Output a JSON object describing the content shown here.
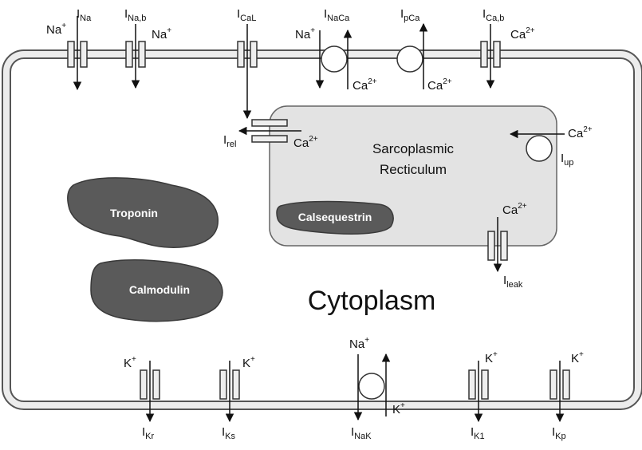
{
  "colors": {
    "membrane_fill": "#e8e8e8",
    "membrane_stroke": "#555555",
    "sr_fill": "#e3e3e3",
    "protein_fill": "#5a5a5a",
    "protein_text": "#ffffff"
  },
  "compartments": {
    "cytoplasm": "Cytoplasm",
    "sr_line1": "Sarcoplasmic",
    "sr_line2": "Recticulum"
  },
  "proteins": {
    "troponin": "Troponin",
    "calmodulin": "Calmodulin",
    "calsequestrin": "Calsequestrin"
  },
  "currents": {
    "i_na": {
      "base": "I",
      "sub": "Na"
    },
    "i_nab": {
      "base": "I",
      "sub": "Na,b"
    },
    "i_cal": {
      "base": "I",
      "sub": "CaL"
    },
    "i_naca": {
      "base": "I",
      "sub": "NaCa"
    },
    "i_pca": {
      "base": "I",
      "sub": "pCa"
    },
    "i_cab": {
      "base": "I",
      "sub": "Ca,b"
    },
    "i_rel": {
      "base": "I",
      "sub": "rel"
    },
    "i_up": {
      "base": "I",
      "sub": "up"
    },
    "i_leak": {
      "base": "I",
      "sub": "leak"
    },
    "i_kr": {
      "base": "I",
      "sub": "Kr"
    },
    "i_ks": {
      "base": "I",
      "sub": "Ks"
    },
    "i_nak": {
      "base": "I",
      "sub": "NaK"
    },
    "i_k1": {
      "base": "I",
      "sub": "K1"
    },
    "i_kp": {
      "base": "I",
      "sub": "Kp"
    }
  },
  "ions": {
    "na": {
      "base": "Na",
      "sup": "+"
    },
    "ca": {
      "base": "Ca",
      "sup": "2+"
    },
    "k": {
      "base": "K",
      "sup": "+"
    }
  }
}
